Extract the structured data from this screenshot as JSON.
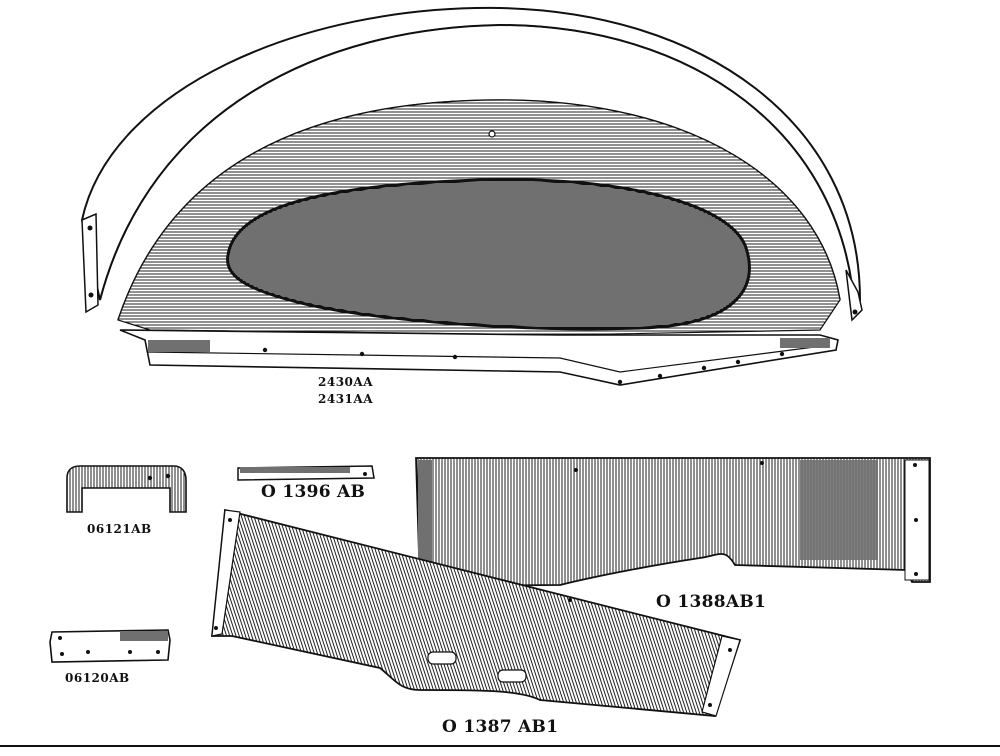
{
  "parts": {
    "fender_number_1": "2430AA",
    "fender_number_2": "2431AA",
    "bracket_large": "06121AB",
    "bracket_small": "06120AB",
    "strip": "O 1396 AB",
    "panel_right": "O 1388AB1",
    "panel_lower": "O 1387 AB1"
  }
}
